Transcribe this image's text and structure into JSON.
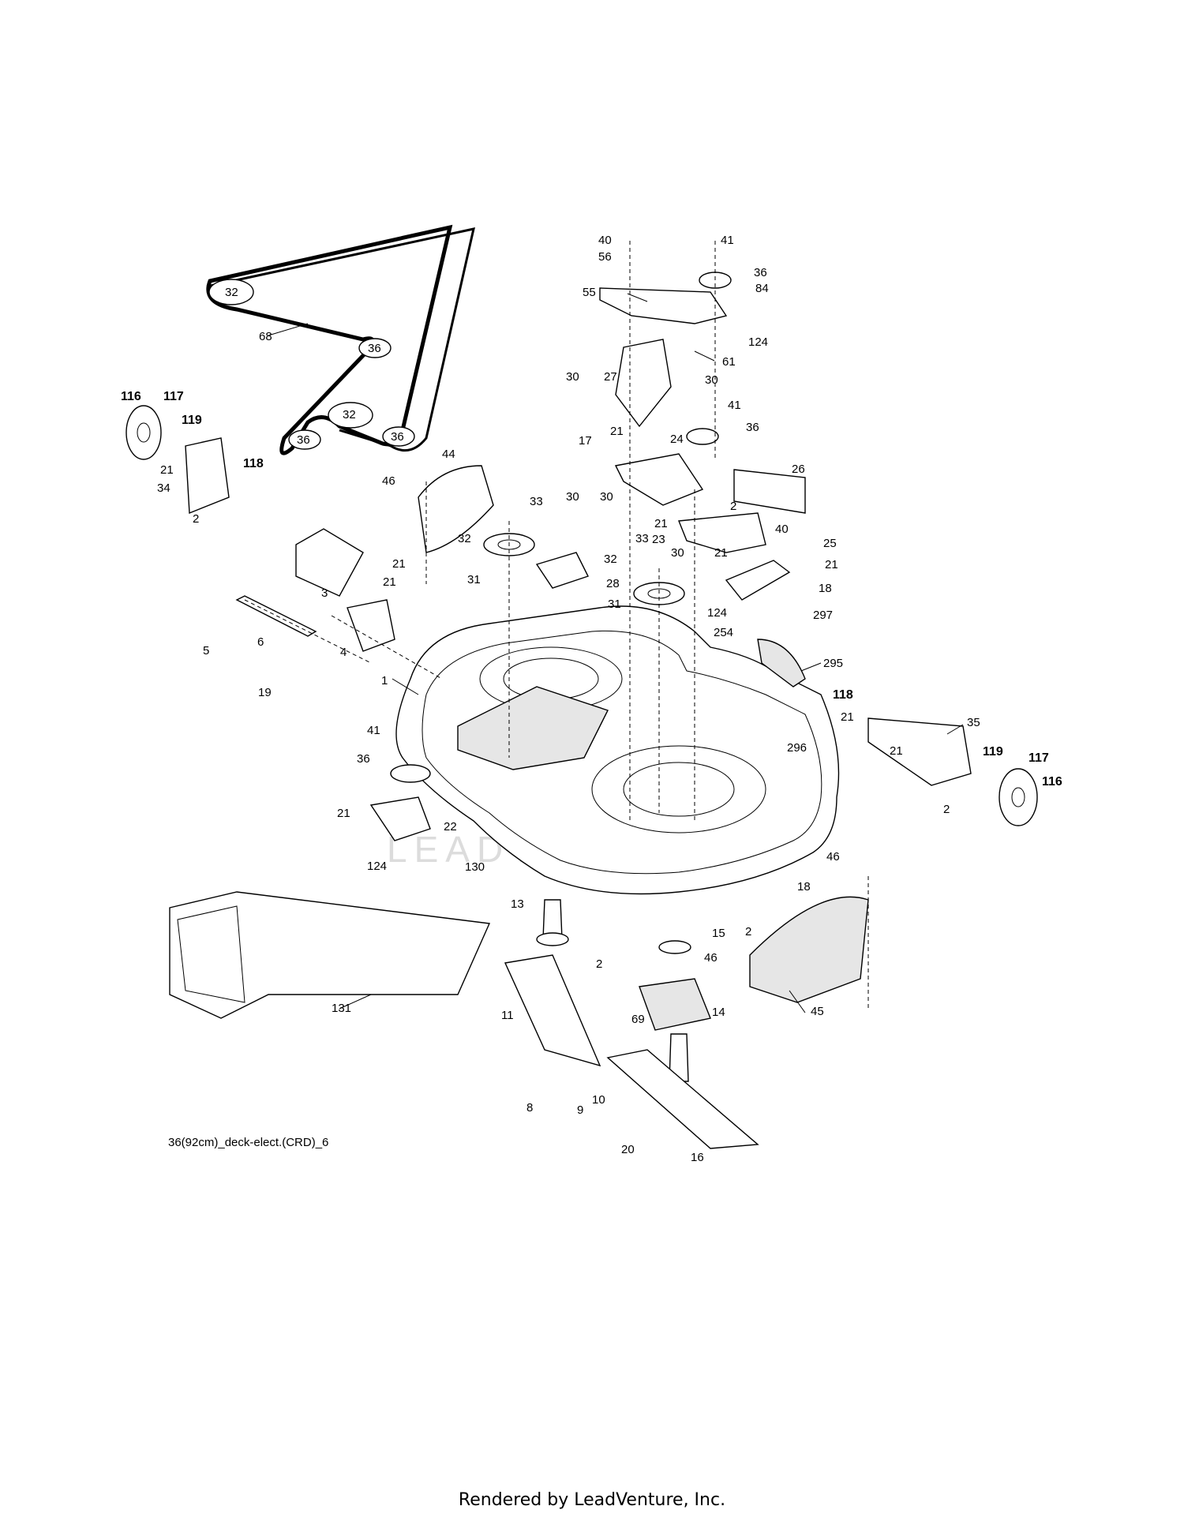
{
  "diagram": {
    "caption": "36(92cm)_deck-elect.(CRD)_6",
    "watermark": "LEADVENTURE",
    "labels": {
      "l40a": "40",
      "l41a": "41",
      "l56": "56",
      "l36a": "36",
      "l84": "84",
      "l55": "55",
      "l124a": "124",
      "l61": "61",
      "l30a": "30",
      "l27": "27",
      "l30b": "30",
      "l41b": "41",
      "l36b": "36",
      "l17": "17",
      "l21a": "21",
      "l24": "24",
      "l26": "26",
      "l46a": "46",
      "l44": "44",
      "l33a": "33",
      "l30c": "30",
      "l30d": "30",
      "l2a": "2",
      "l40b": "40",
      "l21b": "21",
      "l23": "23",
      "l25": "25",
      "l21c": "21",
      "l21d": "21",
      "l32a": "32",
      "l33b": "33",
      "l31a": "31",
      "l28": "28",
      "l32b": "32",
      "l30e": "30",
      "l18a": "18",
      "l124b": "124",
      "l31b": "31",
      "l297": "297",
      "l21e": "21",
      "l21f": "21",
      "l3": "3",
      "l5": "5",
      "l6": "6",
      "l4": "4",
      "l254": "254",
      "l295": "295",
      "l19": "19",
      "l1": "1",
      "l118a": "118",
      "l21g": "21",
      "l35": "35",
      "l41c": "41",
      "l296": "296",
      "l21h": "21",
      "l119b": "119",
      "l117b": "117",
      "l116b": "116",
      "l36c": "36",
      "l2b": "2",
      "l21i": "21",
      "l22": "22",
      "l124c": "124",
      "l130": "130",
      "l46b": "46",
      "l18b": "18",
      "l13": "13",
      "l2c": "2",
      "l15": "15",
      "l46c": "46",
      "l2d": "2",
      "l131": "131",
      "l11": "11",
      "l14": "14",
      "l45": "45",
      "l69": "69",
      "l8": "8",
      "l9": "9",
      "l10": "10",
      "l20": "20",
      "l16": "16",
      "l68": "68",
      "l32c": "32",
      "l36d": "36",
      "l32d": "32",
      "l36e": "36",
      "l36f": "36",
      "l116a": "116",
      "l117a": "117",
      "l119a": "119",
      "l21j": "21",
      "l118b": "118",
      "l34": "34",
      "l2e": "2"
    }
  },
  "footer": {
    "text": "Rendered by LeadVenture, Inc."
  }
}
